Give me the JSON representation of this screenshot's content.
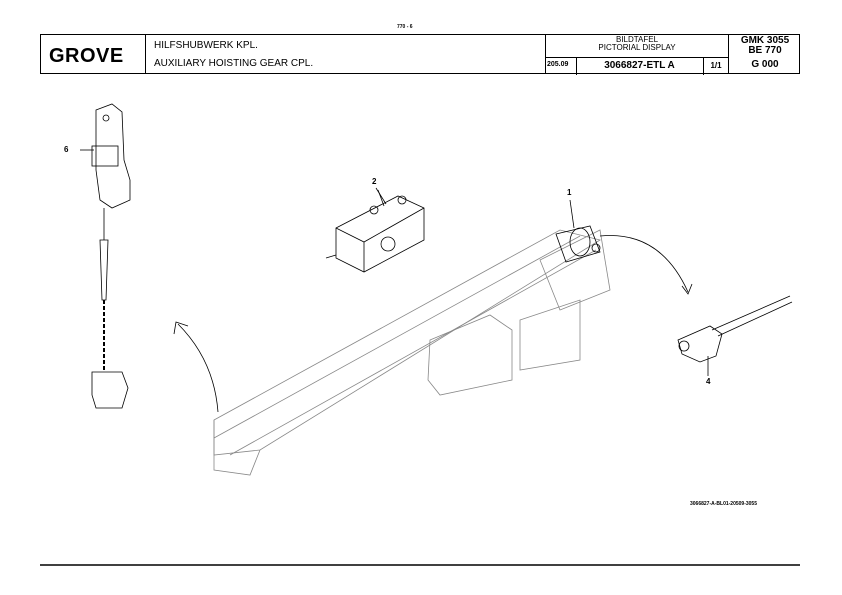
{
  "page_ref": "770 - 6",
  "header": {
    "logo": "GROVE",
    "title_de": "HILFSHUBWERK KPL.",
    "title_en": "AUXILIARY HOISTING GEAR CPL.",
    "plate_de": "BILDTAFEL",
    "plate_en": "PICTORIAL DISPLAY",
    "date": "205.09",
    "part_number": "3066827-ETL A",
    "sheet": "1/1",
    "model": "GMK 3055",
    "series": "BE 770",
    "group": "G 000"
  },
  "callouts": [
    "6",
    "2",
    "1",
    "4"
  ],
  "drawing_ref": "3066827-A-BL01-20509-3055"
}
